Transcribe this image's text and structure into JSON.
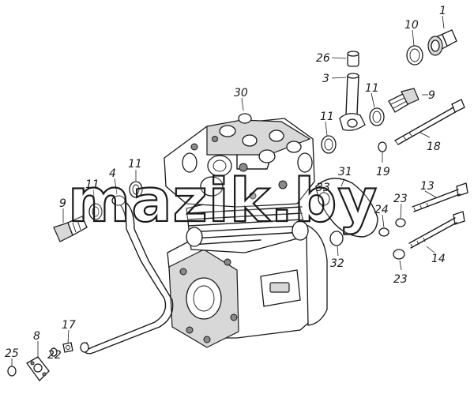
{
  "watermark": "mazik.by",
  "callouts": {
    "c1": "1",
    "c10": "10",
    "c26": "26",
    "c3": "3",
    "c11a": "11",
    "c9a": "9",
    "c30": "30",
    "c11b": "11",
    "c18": "18",
    "c19": "19",
    "c31": "31",
    "c33": "33",
    "c23a": "23",
    "c13": "13",
    "c24": "24",
    "c11c": "11",
    "c4": "4",
    "c11d": "11",
    "c9b": "9",
    "c32": "32",
    "c14": "14",
    "c23b": "23",
    "c17": "17",
    "c8": "8",
    "c25": "25",
    "c22": "22"
  }
}
